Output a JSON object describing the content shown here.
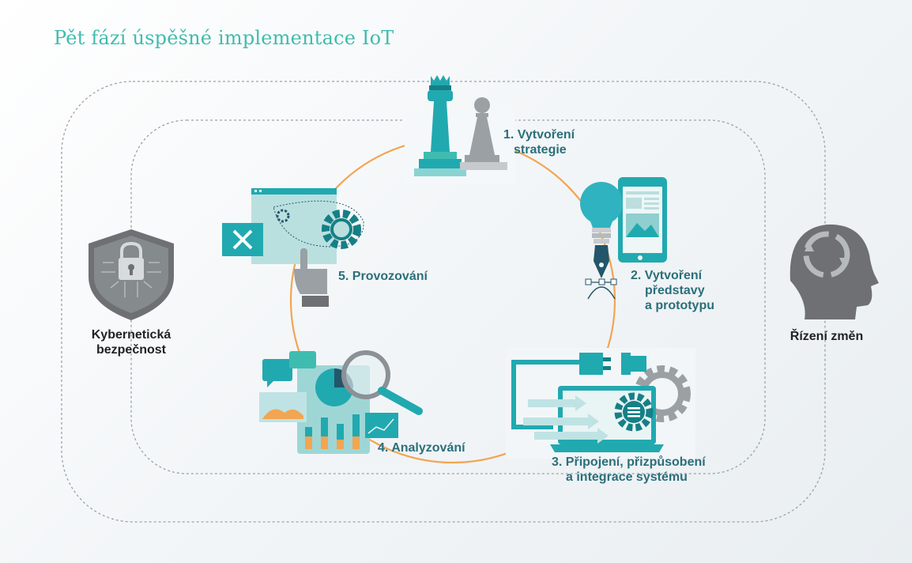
{
  "title": "Pět fází úspěšné implementace IoT",
  "colors": {
    "title": "#3fbcb0",
    "teal": "#21a9b0",
    "dark_teal": "#167f86",
    "orange_circle": "#f2a552",
    "gray_icon": "#6e7073",
    "dashed_line": "#9aa3a8",
    "label_text": "#2a6f7a"
  },
  "phases": [
    {
      "number": "1.",
      "line1": "Vytvoření",
      "line2": "strategie",
      "line3": "",
      "icon": "chess-pieces-icon"
    },
    {
      "number": "2.",
      "line1": "Vytvoření",
      "line2": "představy",
      "line3": "a prototypu",
      "icon": "lightbulb-tablet-pen-icon"
    },
    {
      "number": "3.",
      "line1": "Připojení, přizpůsobení",
      "line2": "a integrace systému",
      "line3": "",
      "icon": "plug-laptop-gear-icon"
    },
    {
      "number": "4.",
      "line1": "Analyzování",
      "line2": "",
      "line3": "",
      "icon": "analytics-magnifier-icon"
    },
    {
      "number": "5.",
      "line1": "Provozování",
      "line2": "",
      "line3": "",
      "icon": "window-gear-hand-icon"
    }
  ],
  "left_element": {
    "line1": "Kybernetická",
    "line2": "bezpečnost",
    "icon": "security-shield-lock-icon"
  },
  "right_element": {
    "line1": "Řízení změn",
    "icon": "head-cycle-icon"
  }
}
